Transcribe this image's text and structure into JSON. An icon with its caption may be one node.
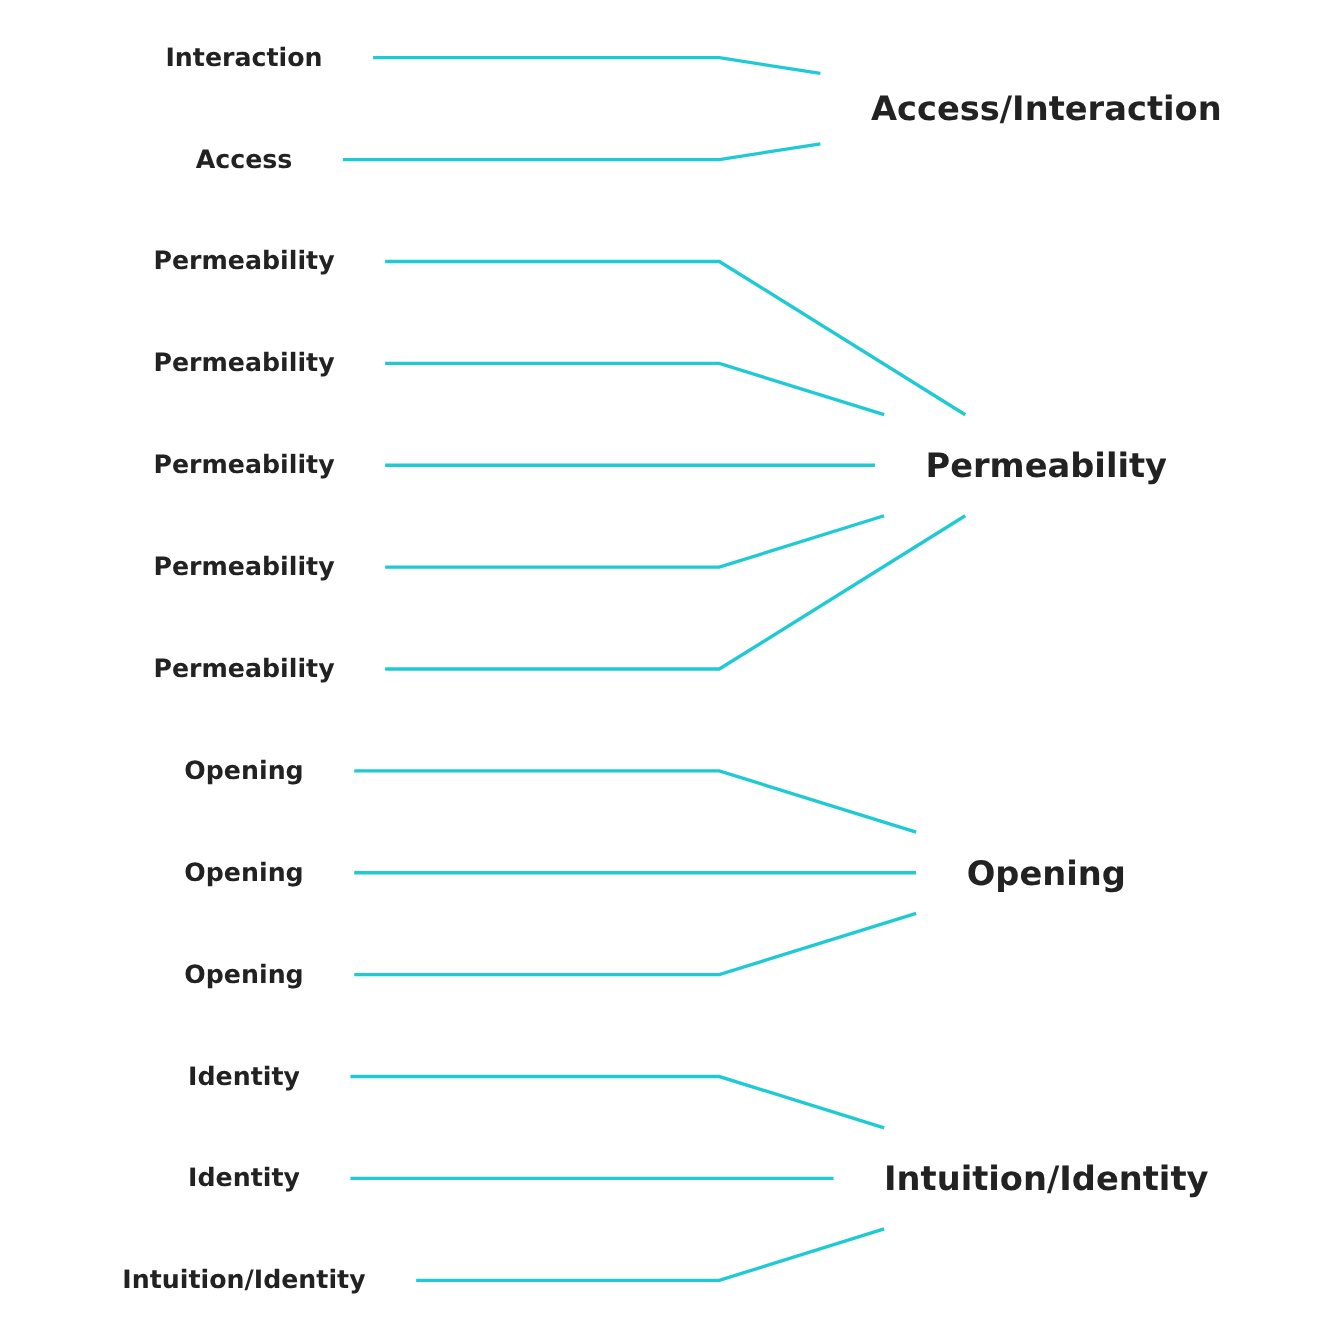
{
  "diagram": {
    "nodes": [
      {
        "text": [
          "Interaction"
        ]
      },
      {
        "text": [
          "Permeability"
        ]
      },
      {
        "text": [
          "Opening"
        ]
      },
      {
        "text": [
          "Opening"
        ]
      },
      {
        "text": [
          "Permeability"
        ]
      },
      {
        "text": [
          "Permeability"
        ]
      },
      {
        "text": [
          "Permeability"
        ]
      },
      {
        "text": [
          "Identity"
        ]
      },
      {
        "text": [
          "Opening"
        ]
      },
      {
        "text": [
          "Permeability"
        ]
      },
      {
        "text": [
          "Identity"
        ]
      },
      {
        "text": [
          "Intuition/Identity"
        ]
      },
      {
        "text": [
          "Access"
        ]
      },
      {
        "text": [
          "Permeability"
        ]
      },
      {
        "text": [
          "Opening"
        ]
      },
      {
        "text": [
          "Access/Interaction"
        ]
      },
      {
        "text": [
          "Intuition/Identity"
        ]
      }
    ],
    "edges": [
      {
        "from": 0,
        "to": 15,
        "arrow": "none"
      },
      {
        "from": 1,
        "to": 13,
        "arrow": "none"
      },
      {
        "from": 2,
        "to": 14,
        "arrow": "none"
      },
      {
        "from": 3,
        "to": 14,
        "arrow": "none"
      },
      {
        "from": 4,
        "to": 13,
        "arrow": "none"
      },
      {
        "from": 5,
        "to": 13,
        "arrow": "none"
      },
      {
        "from": 6,
        "to": 13,
        "arrow": "none"
      },
      {
        "from": 7,
        "to": 16,
        "arrow": "none"
      },
      {
        "from": 8,
        "to": 14,
        "arrow": "none"
      },
      {
        "from": 9,
        "to": 13,
        "arrow": "none"
      },
      {
        "from": 10,
        "to": 16,
        "arrow": "none"
      },
      {
        "from": 11,
        "to": 16,
        "arrow": "none"
      },
      {
        "from": 12,
        "to": 15,
        "arrow": "none"
      }
    ]
  }
}
